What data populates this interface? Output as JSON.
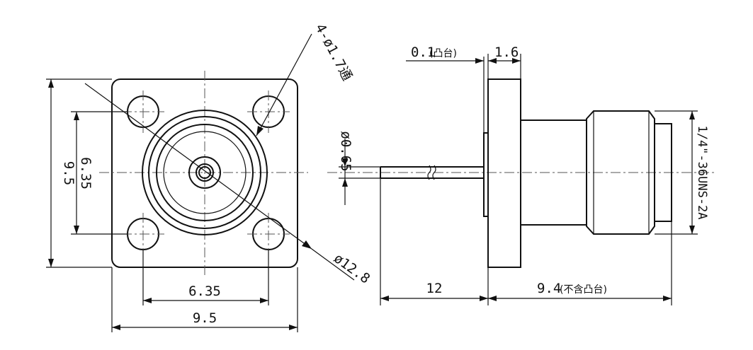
{
  "front_view": {
    "dim_height_outer": "9.5",
    "dim_height_inner": "6.35",
    "dim_width_inner": "6.35",
    "dim_width_outer": "9.5",
    "dim_hole": "4-ø1.7通",
    "dim_body_diameter": "ø12.8"
  },
  "side_view": {
    "dim_boss": "0.1",
    "dim_boss_note": "(凸台)",
    "dim_flange": "1.6",
    "dim_pin": "ø0.65",
    "dim_pin_length": "12",
    "dim_body_length": "9.4",
    "dim_body_note": "(不含凸台)",
    "dim_thread": "1/4\"-36UNS-2A"
  }
}
